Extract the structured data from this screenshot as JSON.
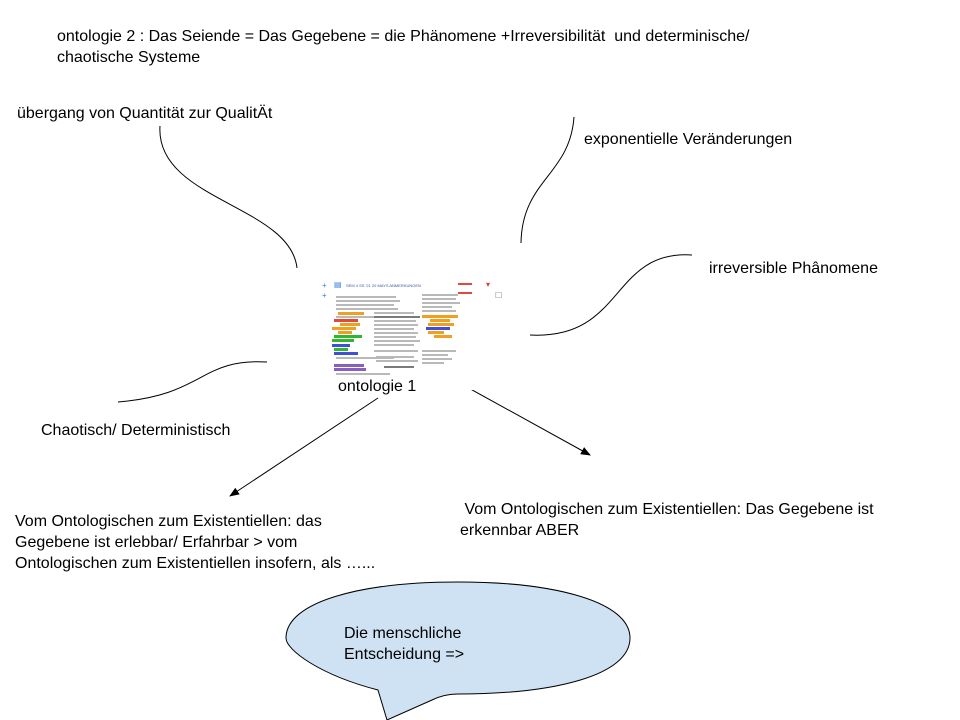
{
  "slide": {
    "title": "ontologie 2 : Das Seiende = Das Gegebene = die Phänomene +Irreversibilität  und determinische/\nchaotische Systeme",
    "center_label": "ontologie 1",
    "thumbnail_title": "SEM 4 SS '21 20 MAYS ANMERKUNGEN"
  },
  "nodes": {
    "quantity_quality": "übergang von Quantität zur QualitÄt",
    "exponential": "exponentielle Veränderungen",
    "irreversible": "irreversible Phânomene",
    "chaotic": "Chaotisch/ Deterministisch",
    "existential_left": "Vom Ontologischen zum Existentiellen: das\nGegebene ist erlebbar/ Erfahrbar > vom\nOntologischen zum Existentiellen insofern, als …...",
    "existential_right": " Vom Ontologischen zum Existentiellen: Das Gegebene ist\nerkennbar ABER"
  },
  "speech_bubble": {
    "text": "Die menschliche\nEntscheidung =>",
    "fill_color": "#cfe2f3",
    "stroke_color": "#000000"
  },
  "colors": {
    "background": "#ffffff",
    "text": "#000000",
    "connector": "#000000"
  }
}
